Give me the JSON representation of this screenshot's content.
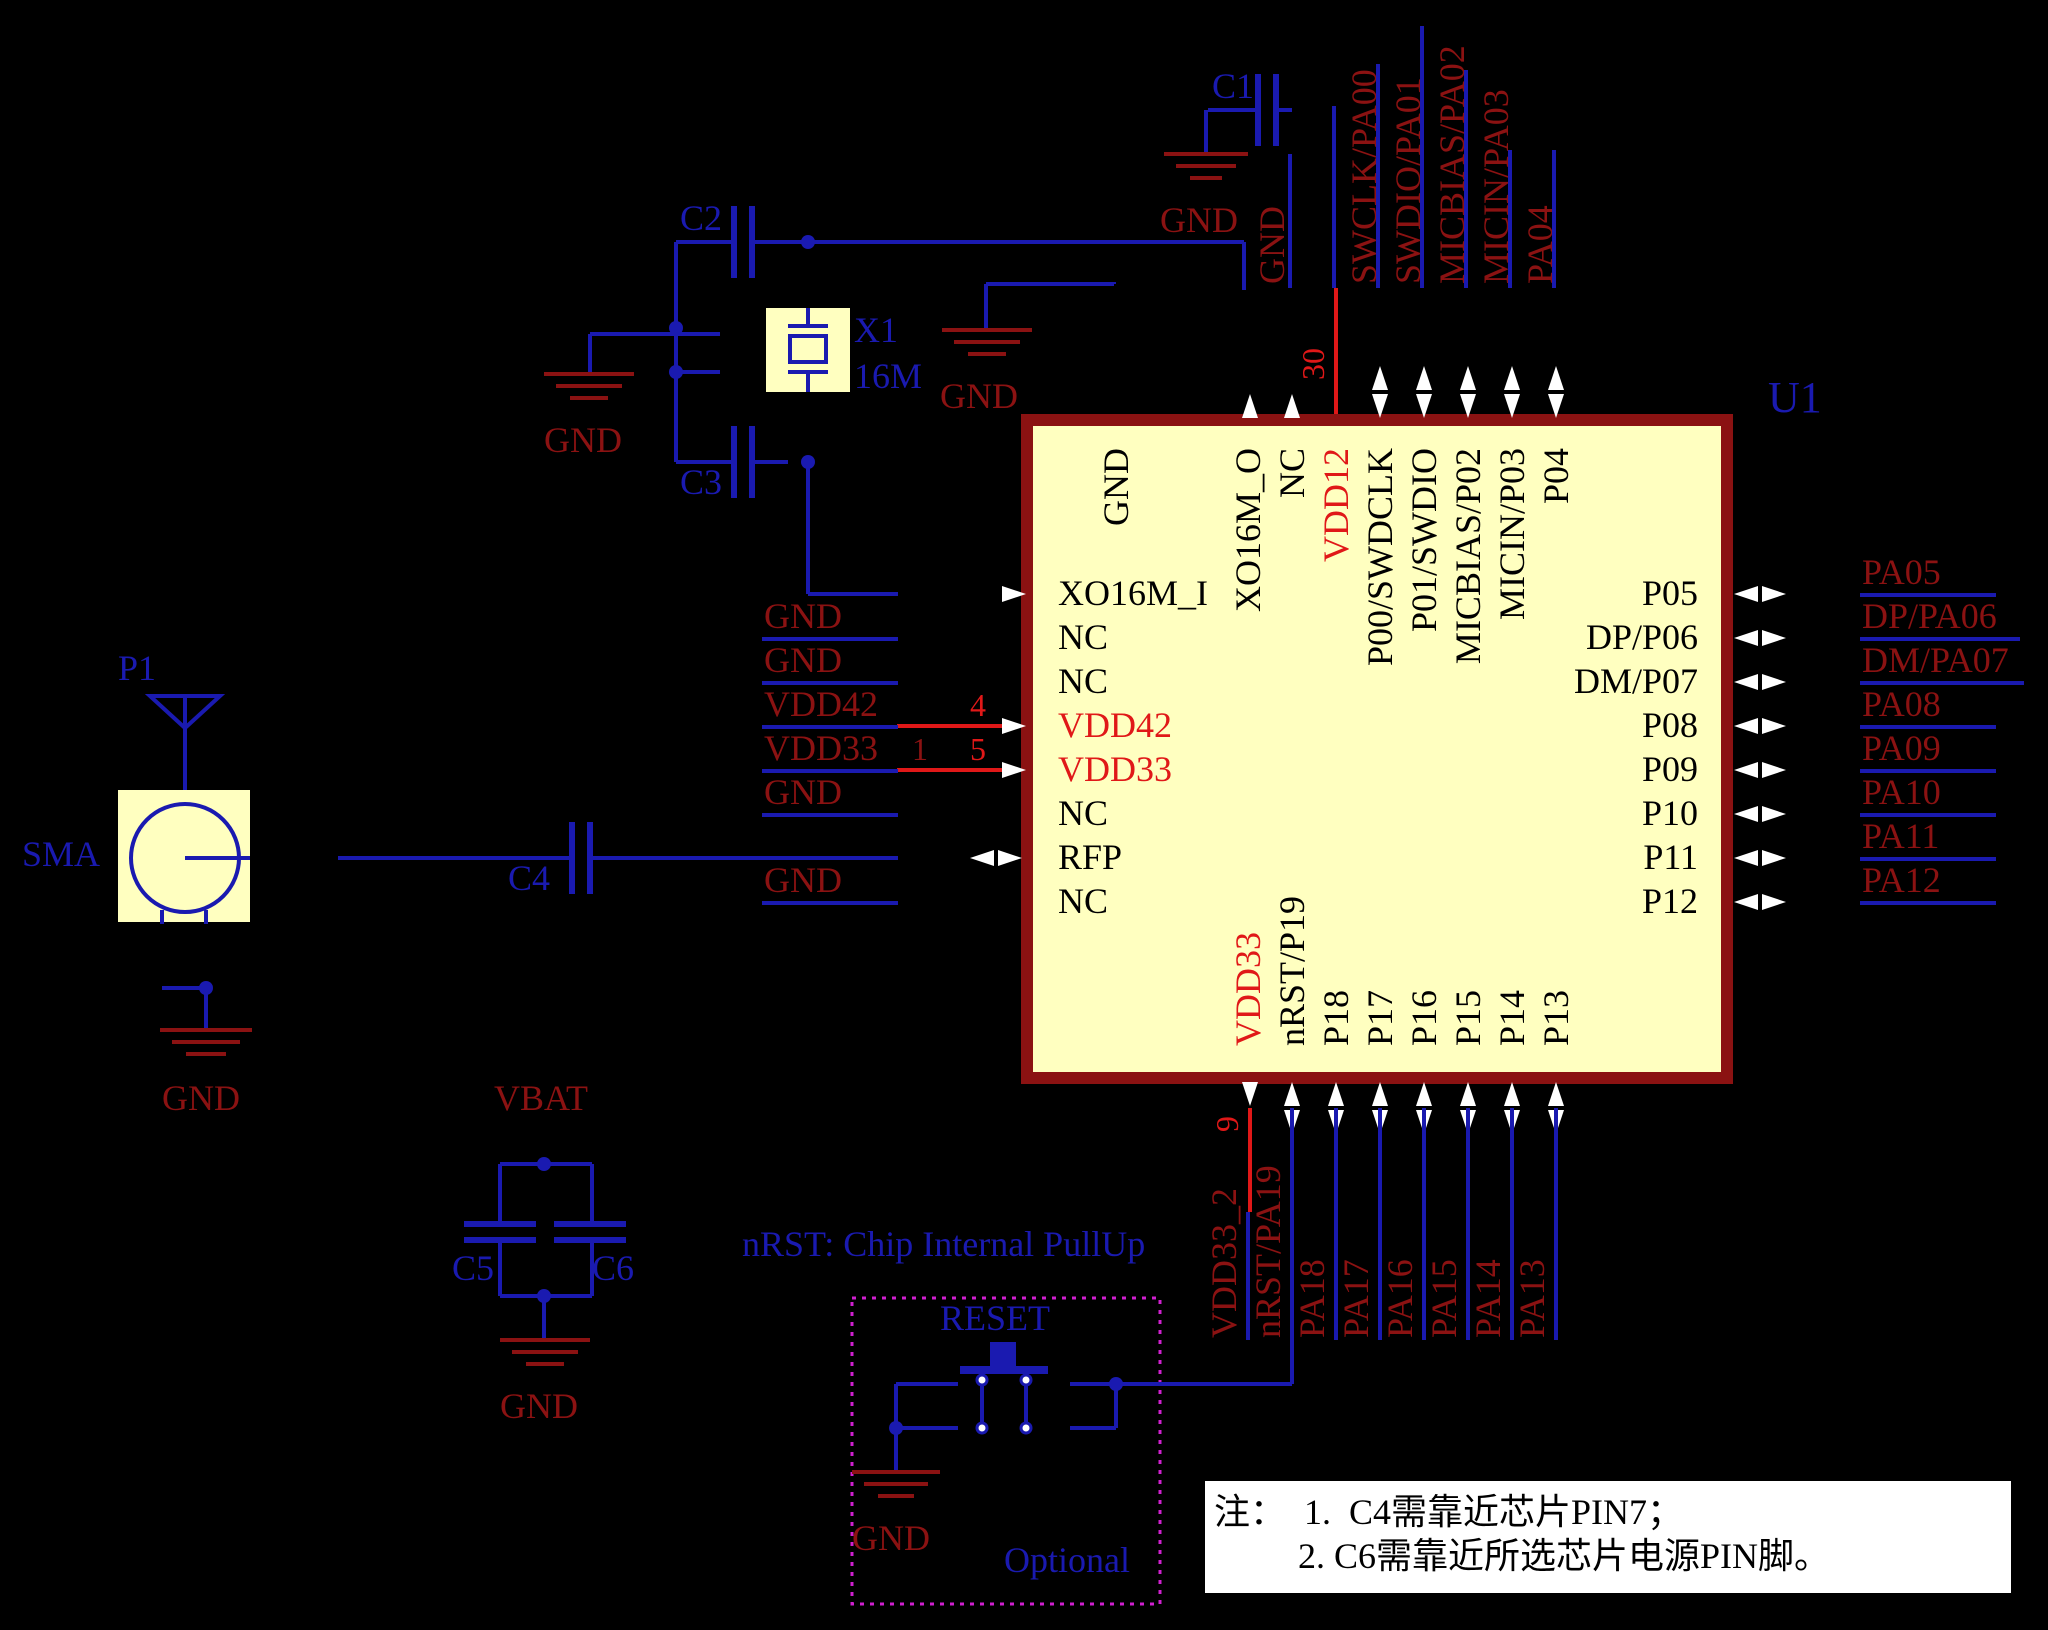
{
  "component": {
    "ref": "U1",
    "pin_labels_top": [
      "GND",
      "XO16M_O",
      "NC",
      "VDD12",
      "P00/SWDCLK",
      "P01/SWDIO",
      "MICBIAS/P02",
      "MICIN/P03",
      "P04"
    ],
    "pin_labels_left": [
      "XO16M_I",
      "NC",
      "NC",
      "VDD42",
      "VDD33",
      "NC",
      "RFP",
      "NC"
    ],
    "pin_labels_right": [
      "P05",
      "DP/P06",
      "DM/P07",
      "P08",
      "P09",
      "P10",
      "P11",
      "P12"
    ],
    "pin_labels_bottom": [
      "VDD33",
      "nRST/P19",
      "P18",
      "P17",
      "P16",
      "P15",
      "P14",
      "P13"
    ],
    "pin_numbers": {
      "vdd12": "30",
      "vdd42": "4",
      "vdd33_left": "5",
      "vdd33_net": "1",
      "vdd33_bottom": "9"
    }
  },
  "top_nets": [
    "GND",
    "SWCLK/PA00",
    "SWDIO/PA01",
    "MICBIAS/PA02",
    "MICIN/PA03",
    "PA04"
  ],
  "left_nets": [
    "GND",
    "GND",
    "VDD42",
    "VDD33",
    "GND",
    "GND"
  ],
  "right_nets": [
    "PA05",
    "DP/PA06",
    "DM/PA07",
    "PA08",
    "PA09",
    "PA10",
    "PA11",
    "PA12"
  ],
  "bottom_nets": [
    "VDD33_2",
    "nRST/PA19",
    "PA18",
    "PA17",
    "PA16",
    "PA15",
    "PA14",
    "PA13"
  ],
  "parts": {
    "c1": "C1",
    "c2": "C2",
    "c3": "C3",
    "c4": "C4",
    "c5": "C5",
    "c6": "C6",
    "x1": "X1",
    "x1_value": "16M",
    "p1": "P1",
    "sma": "SMA",
    "vbat": "VBAT",
    "reset": "RESET",
    "gnd": "GND"
  },
  "annotations": {
    "nrst": "nRST: Chip Internal PullUp",
    "optional": "Optional"
  },
  "note": {
    "line1": "注：  1.  C4需靠近芯片PIN7；",
    "line2": "2.  C6需靠近所选芯片电源PIN脚。"
  },
  "colors": {
    "net_label": "#8b1212",
    "wire": "#1a1ab0",
    "power_pin": "#e01818",
    "chip_body": "#ffffc0",
    "chip_border": "#8b1212"
  }
}
